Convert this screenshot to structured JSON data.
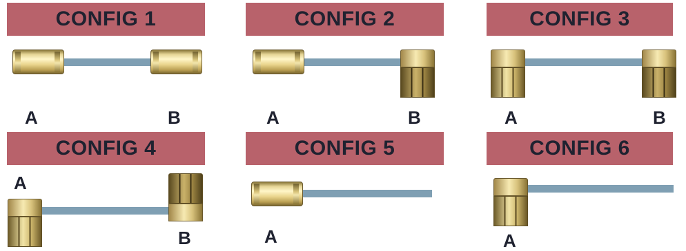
{
  "configs": [
    {
      "title": "CONFIG 1",
      "label_a": "A",
      "label_b": "B"
    },
    {
      "title": "CONFIG 2",
      "label_a": "A",
      "label_b": "B"
    },
    {
      "title": "CONFIG 3",
      "label_a": "A",
      "label_b": "B"
    },
    {
      "title": "CONFIG 4",
      "label_a": "A",
      "label_b": "B"
    },
    {
      "title": "CONFIG 5",
      "label_a": "A"
    },
    {
      "title": "CONFIG 6",
      "label_a": "A"
    }
  ],
  "colors": {
    "banner": "#b8626b",
    "banner_text": "#1f2230",
    "cable": "#7f9fb3",
    "connector_brass": "#e6d596"
  },
  "icons": {
    "straight_connector": "straight-connector-icon",
    "right_angle_connector": "right-angle-connector-icon"
  }
}
